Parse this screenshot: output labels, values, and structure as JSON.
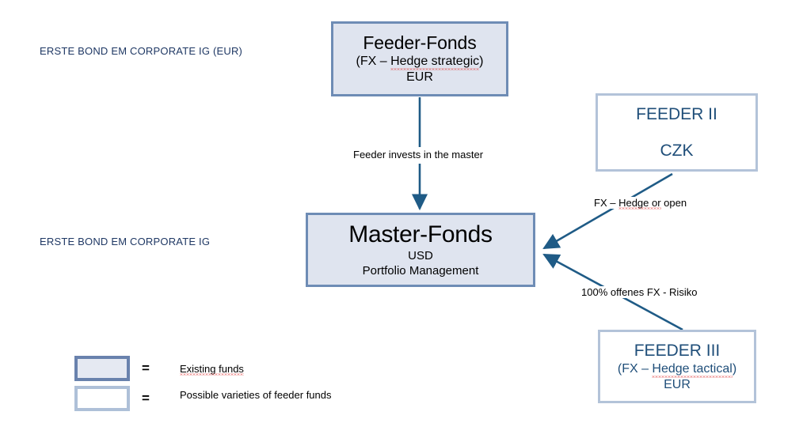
{
  "diagram": {
    "title": "Master-Feeder fund structure",
    "colors": {
      "filled_box_fill": "#dfe4ef",
      "filled_box_border": "#6e8cb5",
      "hollow_box_fill": "#ffffff",
      "hollow_box_border": "#b3c3d9",
      "arrow": "#1f5b86",
      "side_label_text": "#1f3864",
      "feeder_text": "#1f4e79",
      "spellcheck_underline": "#e03b3b"
    }
  },
  "side_labels": {
    "top": "ERSTE BOND EM CORPORATE IG (EUR)",
    "bottom": "ERSTE BOND EM CORPORATE IG"
  },
  "nodes": {
    "feeder_fonds": {
      "title": "Feeder-Fonds",
      "subtitle_prefix": "(FX – ",
      "subtitle_misspelled": "Hedge strategic",
      "subtitle_suffix": ")",
      "currency": "EUR"
    },
    "master_fonds": {
      "title": "Master-Fonds",
      "currency": "USD",
      "note": "Portfolio Management"
    },
    "feeder_two": {
      "title": "FEEDER II",
      "currency": "CZK"
    },
    "feeder_three": {
      "title": "FEEDER III",
      "subtitle_prefix": "(FX – ",
      "subtitle_misspelled": "Hedge tactical",
      "subtitle_suffix": ")",
      "currency": "EUR"
    }
  },
  "edges": {
    "feeder_to_master": "Feeder invests in the master",
    "feeder_two_to_master_prefix": "FX – ",
    "feeder_two_to_master_misspelled": "Hedge or",
    "feeder_two_to_master_suffix": " open",
    "feeder_three_to_master": "100% offenes FX - Risiko"
  },
  "legend": {
    "equals": "=",
    "existing_label": "Existing funds",
    "possible_label": "Possible varieties of feeder funds"
  }
}
